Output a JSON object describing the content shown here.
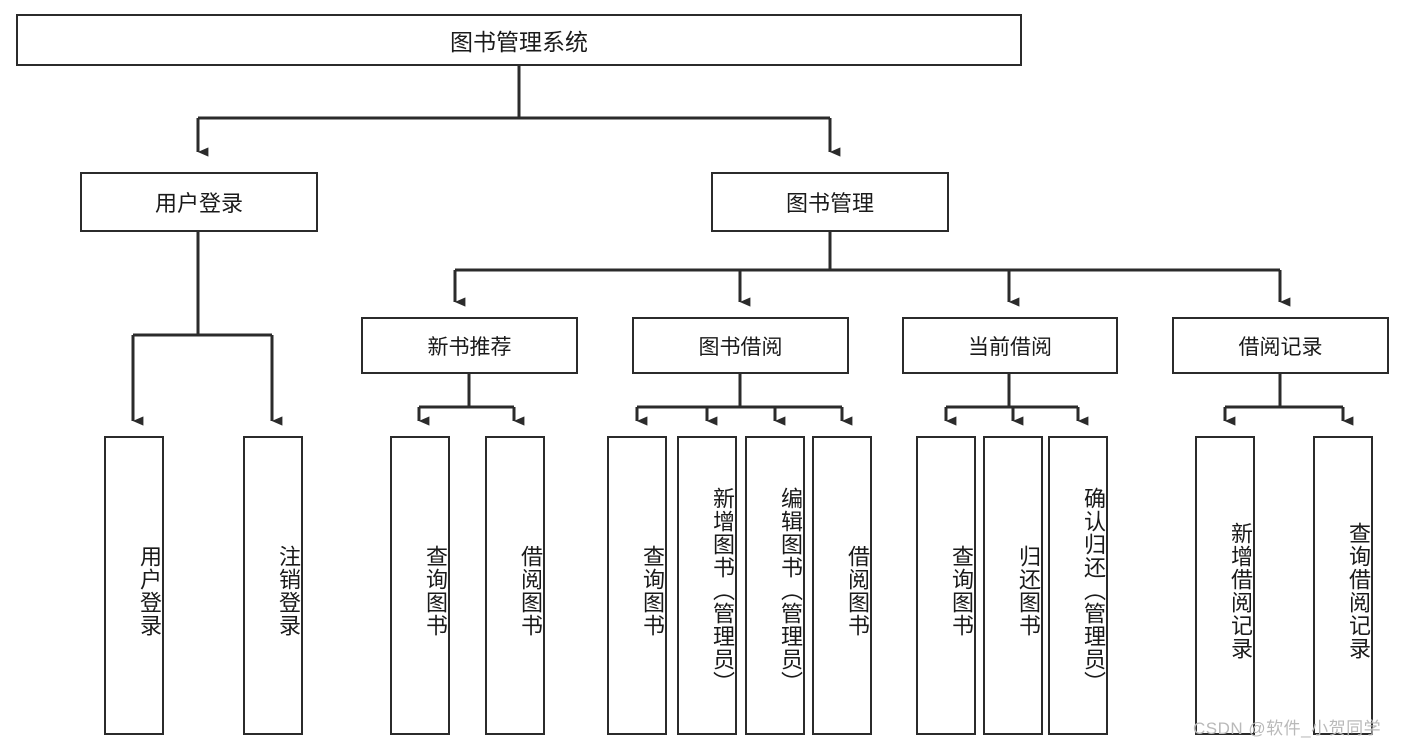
{
  "diagram": {
    "title": "图书管理系统",
    "type": "hierarchy-tree",
    "root": {
      "label": "图书管理系统"
    },
    "level2": [
      {
        "label": "用户登录"
      },
      {
        "label": "图书管理"
      }
    ],
    "level3": [
      {
        "label": "新书推荐"
      },
      {
        "label": "图书借阅"
      },
      {
        "label": "当前借阅"
      },
      {
        "label": "借阅记录"
      }
    ],
    "leaves": {
      "user_login": [
        {
          "label": "用户登录"
        },
        {
          "label": "注销登录"
        }
      ],
      "new_book_recommend": [
        {
          "label": "查询图书"
        },
        {
          "label": "借阅图书"
        }
      ],
      "book_borrow": [
        {
          "label": "查询图书"
        },
        {
          "label": "新增图书（管理员）"
        },
        {
          "label": "编辑图书（管理员）"
        },
        {
          "label": "借阅图书"
        }
      ],
      "current_borrow": [
        {
          "label": "查询图书"
        },
        {
          "label": "归还图书"
        },
        {
          "label": "确认归还（管理员）"
        }
      ],
      "borrow_records": [
        {
          "label": "新增借阅记录"
        },
        {
          "label": "查询借阅记录"
        }
      ]
    },
    "watermark": "CSDN @软件_小贺同学",
    "colors": {
      "stroke": "#2b2b2b",
      "fill": "#ffffff",
      "text": "#1a1a1a",
      "watermark": "#b9b9b9"
    }
  }
}
